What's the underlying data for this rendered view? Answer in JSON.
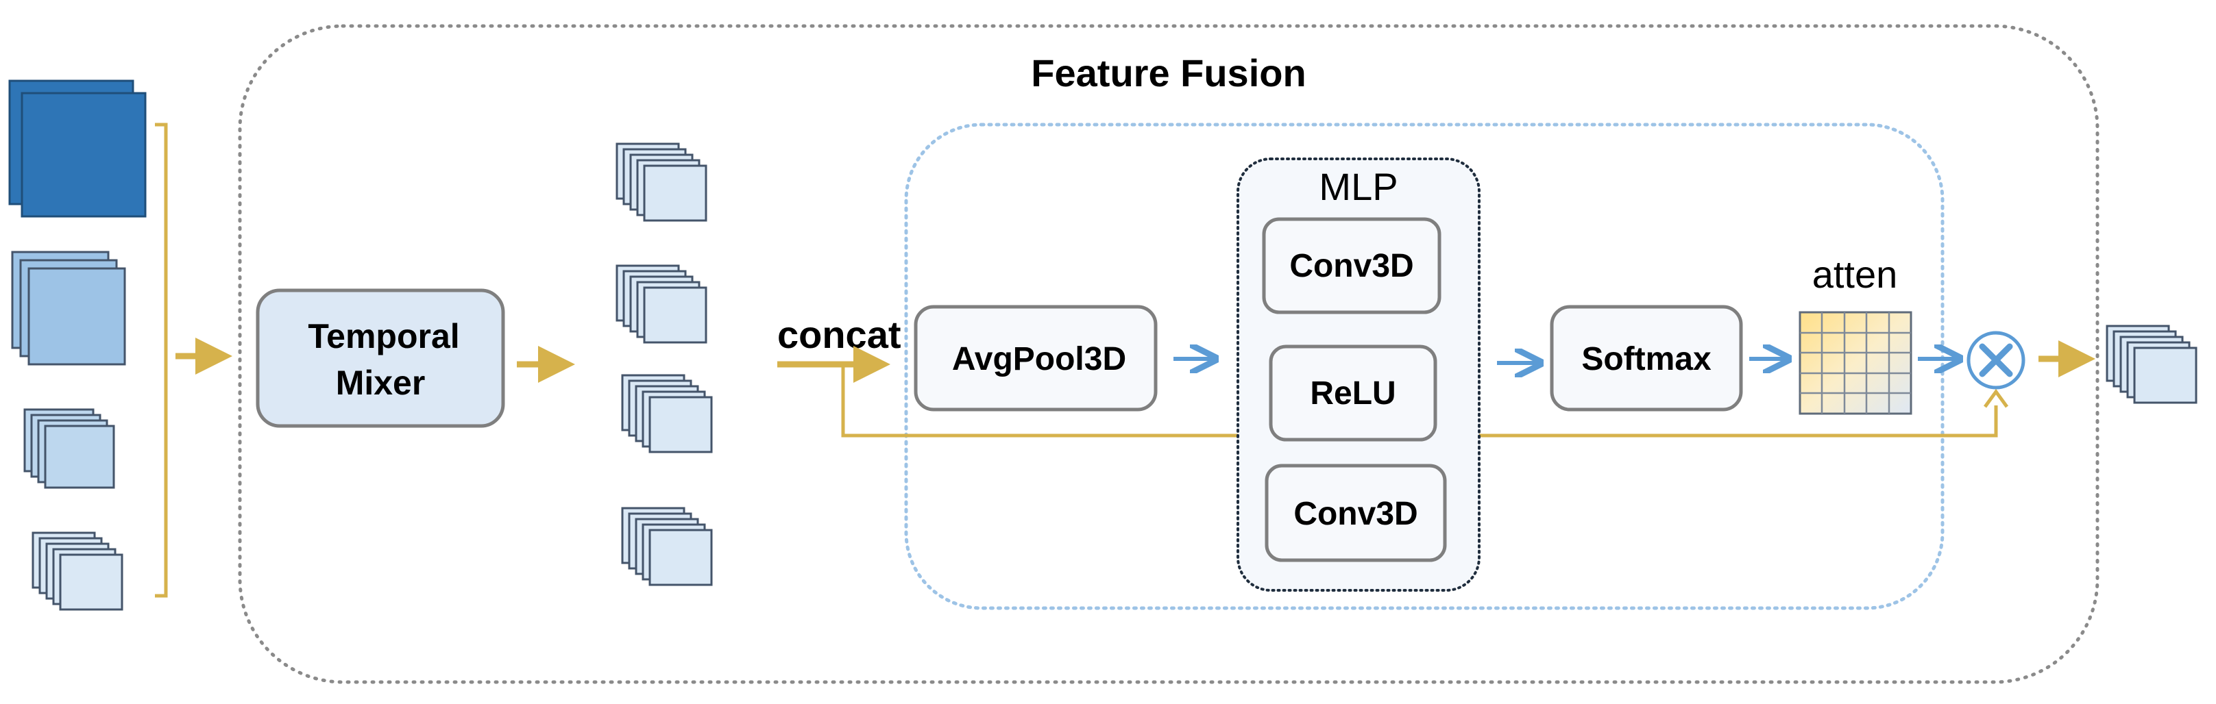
{
  "title": "Feature Fusion",
  "blocks": {
    "temporal_mixer": [
      "Temporal",
      "Mixer"
    ],
    "concat": "concat",
    "avgpool": "AvgPool3D",
    "mlp_title": "MLP",
    "conv3d_top": "Conv3D",
    "relu": "ReLU",
    "conv3d_bottom": "Conv3D",
    "softmax": "Softmax",
    "atten": "atten"
  },
  "colors": {
    "arrow_gold": "#d6b24c",
    "arrow_blue": "#5b9bd5",
    "block_fill": "#dce8f5",
    "block_stroke": "#7f7f7f",
    "stack_dark": "#2e75b6",
    "stack_mid": "#9dc3e6",
    "stack_light": "#bdd7ee",
    "stack_lighter": "#dae8f5",
    "attn_gold": "#ffe699",
    "multiply_blue": "#5b9bd5"
  },
  "icons": {
    "multiply": "multiply-circle-icon"
  }
}
